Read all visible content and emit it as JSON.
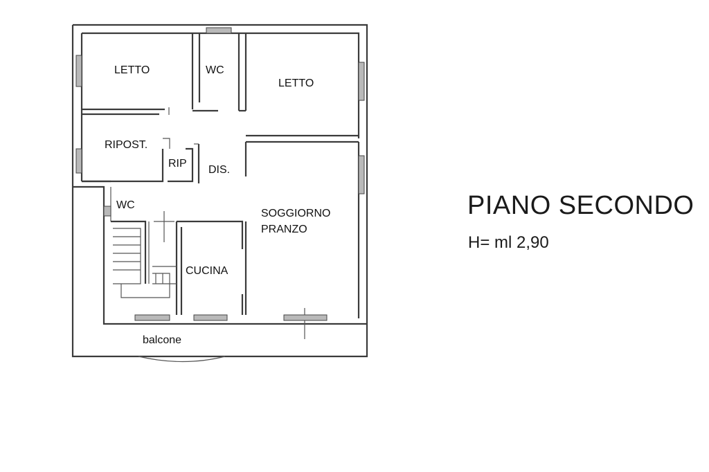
{
  "plan": {
    "rooms": {
      "letto_left": "LETTO",
      "wc_top": "WC",
      "letto_right": "LETTO",
      "ripost": "RIPOST.",
      "rip": "RIP",
      "dis": "DIS.",
      "wc_left": "WC",
      "soggiorno": "SOGGIORNO",
      "pranzo": "PRANZO",
      "cucina": "CUCINA",
      "balcone": "balcone"
    }
  },
  "heading": {
    "title": "PIANO SECONDO",
    "height": "H= ml 2,90"
  }
}
